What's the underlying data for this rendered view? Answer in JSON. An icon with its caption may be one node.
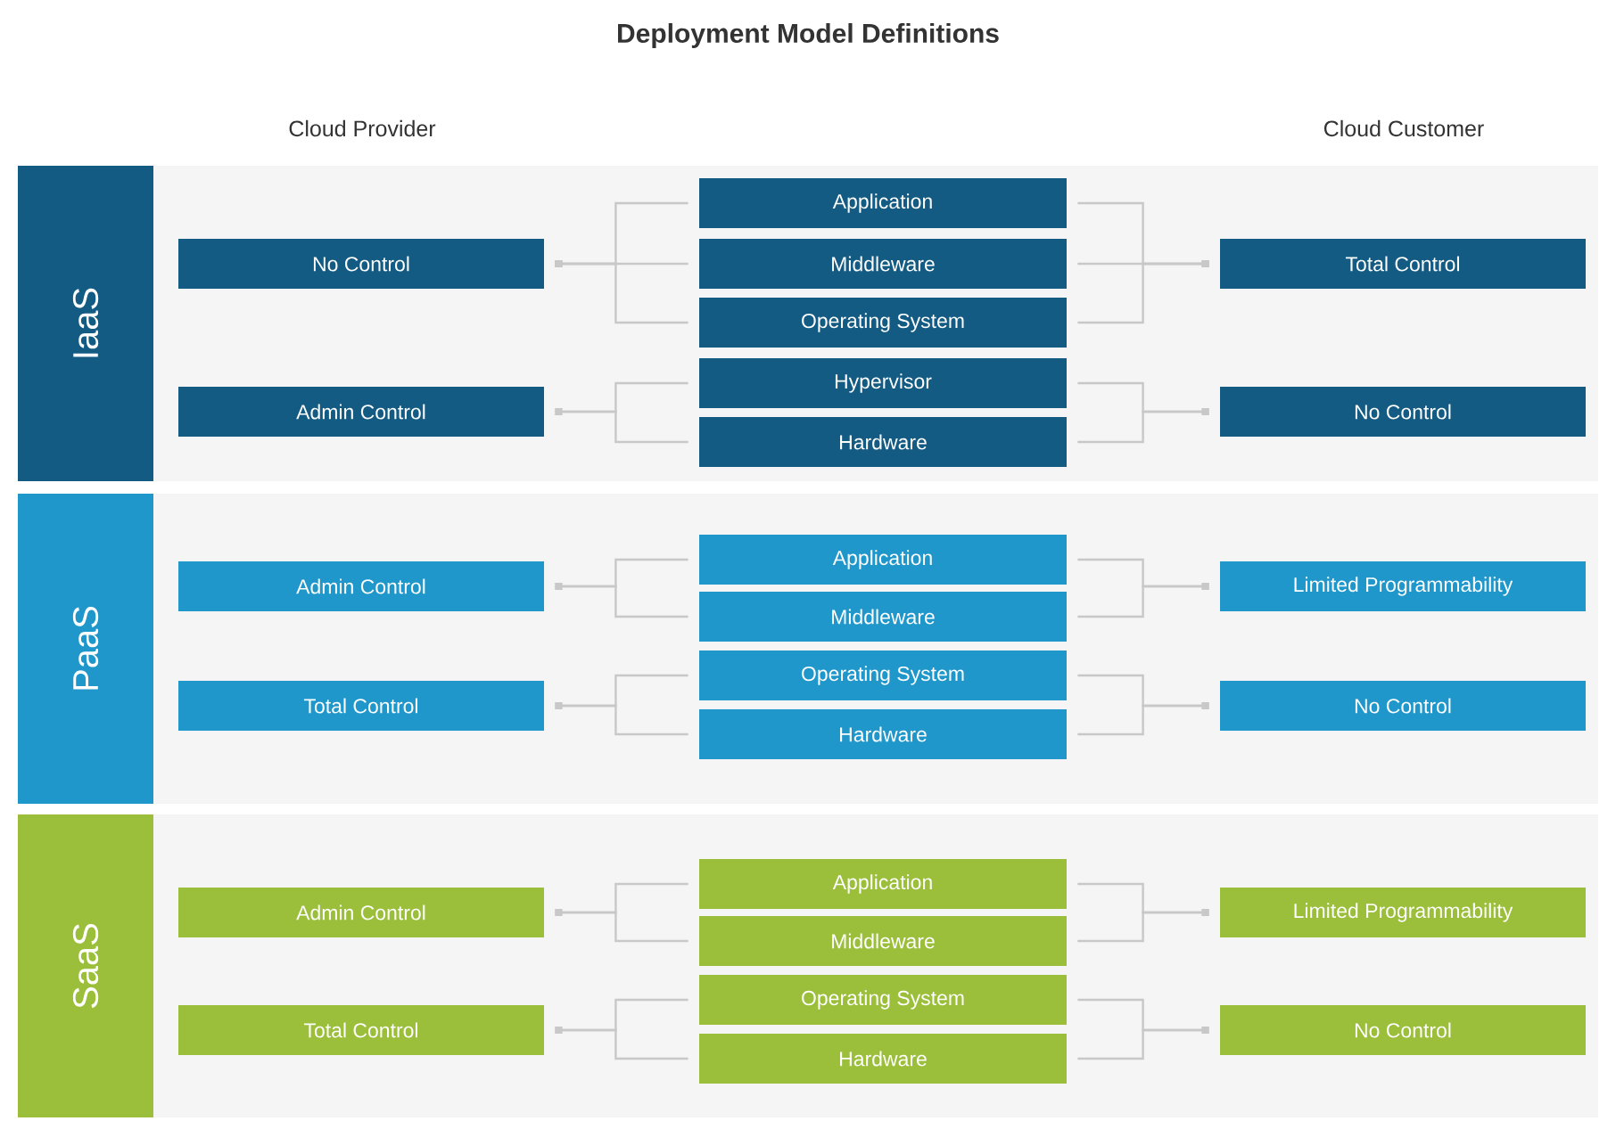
{
  "diagram": {
    "title": "Deployment Model Definitions",
    "labels": [
      "Cloud Provider",
      "Cloud Customer"
    ],
    "nodes": [
      {
        "text": [
          "IaaS"
        ]
      },
      {
        "text": [
          "No Control"
        ],
        "in": 0
      },
      {
        "text": [
          "Admin Control"
        ],
        "in": 0
      },
      {
        "text": [
          "Application"
        ],
        "in": 0
      },
      {
        "text": [
          "Middleware"
        ],
        "in": 0
      },
      {
        "text": [
          "Operating System"
        ],
        "in": 0
      },
      {
        "text": [
          "Hypervisor"
        ],
        "in": 0
      },
      {
        "text": [
          "Hardware"
        ],
        "in": 0
      },
      {
        "text": [
          "Total Control"
        ],
        "in": 0
      },
      {
        "text": [
          "No Control"
        ],
        "in": 0
      },
      {
        "text": [
          "PaaS"
        ]
      },
      {
        "text": [
          "Admin Control"
        ],
        "in": 10
      },
      {
        "text": [
          "Total Control"
        ],
        "in": 10
      },
      {
        "text": [
          "Application"
        ],
        "in": 10
      },
      {
        "text": [
          "Middleware"
        ],
        "in": 10
      },
      {
        "text": [
          "Operating System"
        ],
        "in": 10
      },
      {
        "text": [
          "Hardware"
        ],
        "in": 10
      },
      {
        "text": [
          "Limited Programmability"
        ],
        "in": 10
      },
      {
        "text": [
          "No Control"
        ],
        "in": 10
      },
      {
        "text": [
          "SaaS"
        ]
      },
      {
        "text": [
          "Admin Control"
        ],
        "in": 19
      },
      {
        "text": [
          "Total Control"
        ],
        "in": 19
      },
      {
        "text": [
          "Application"
        ],
        "in": 19
      },
      {
        "text": [
          "Middleware"
        ],
        "in": 19
      },
      {
        "text": [
          "Operating System"
        ],
        "in": 19
      },
      {
        "text": [
          "Hardware"
        ],
        "in": 19
      },
      {
        "text": [
          "Limited Programmability"
        ],
        "in": 19
      },
      {
        "text": [
          "No Control"
        ],
        "in": 19
      }
    ],
    "edges": [
      {
        "from": 1,
        "to": 3,
        "arrow": "other"
      },
      {
        "from": 1,
        "to": 4,
        "arrow": "other"
      },
      {
        "from": 1,
        "to": 5,
        "arrow": "other"
      },
      {
        "from": 2,
        "to": 6,
        "arrow": "other"
      },
      {
        "from": 2,
        "to": 7,
        "arrow": "other"
      },
      {
        "from": 8,
        "to": 3,
        "arrow": "other"
      },
      {
        "from": 8,
        "to": 4,
        "arrow": "other"
      },
      {
        "from": 8,
        "to": 5,
        "arrow": "other"
      },
      {
        "from": 9,
        "to": 6,
        "arrow": "other"
      },
      {
        "from": 9,
        "to": 7,
        "arrow": "other"
      },
      {
        "from": 11,
        "to": 13,
        "arrow": "other"
      },
      {
        "from": 11,
        "to": 14,
        "arrow": "other"
      },
      {
        "from": 12,
        "to": 15,
        "arrow": "other"
      },
      {
        "from": 12,
        "to": 16,
        "arrow": "other"
      },
      {
        "from": 17,
        "to": 13,
        "arrow": "other"
      },
      {
        "from": 17,
        "to": 14,
        "arrow": "other"
      },
      {
        "from": 18,
        "to": 15,
        "arrow": "other"
      },
      {
        "from": 18,
        "to": 16,
        "arrow": "other"
      },
      {
        "from": 20,
        "to": 22,
        "arrow": "other"
      },
      {
        "from": 20,
        "to": 23,
        "arrow": "other"
      },
      {
        "from": 21,
        "to": 24,
        "arrow": "other"
      },
      {
        "from": 21,
        "to": 25,
        "arrow": "other"
      },
      {
        "from": 26,
        "to": 22,
        "arrow": "other"
      },
      {
        "from": 26,
        "to": 23,
        "arrow": "other"
      },
      {
        "from": 27,
        "to": 24,
        "arrow": "other"
      },
      {
        "from": 27,
        "to": 25,
        "arrow": "other"
      }
    ]
  }
}
